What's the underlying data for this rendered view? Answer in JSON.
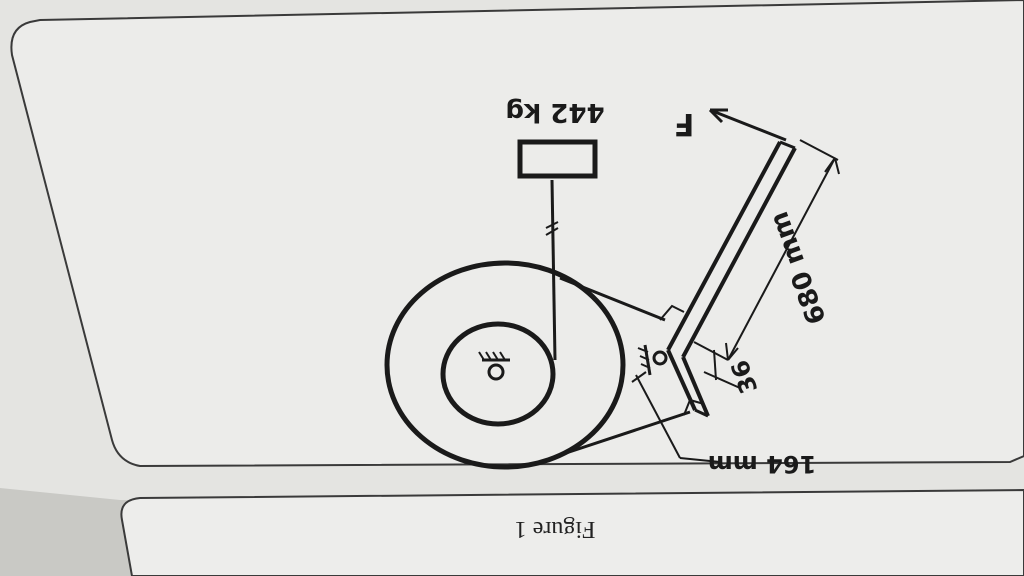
{
  "figure": {
    "caption": "Figure 1",
    "load_label": "442 kg",
    "force_label": "F",
    "lever_length_label": "680 mm",
    "offset_label": "36",
    "shoe_width_label": "164 mm"
  },
  "colors": {
    "paper": "#e9e9e6",
    "ink": "#1a1a1a",
    "background": "#cfcfcb"
  }
}
